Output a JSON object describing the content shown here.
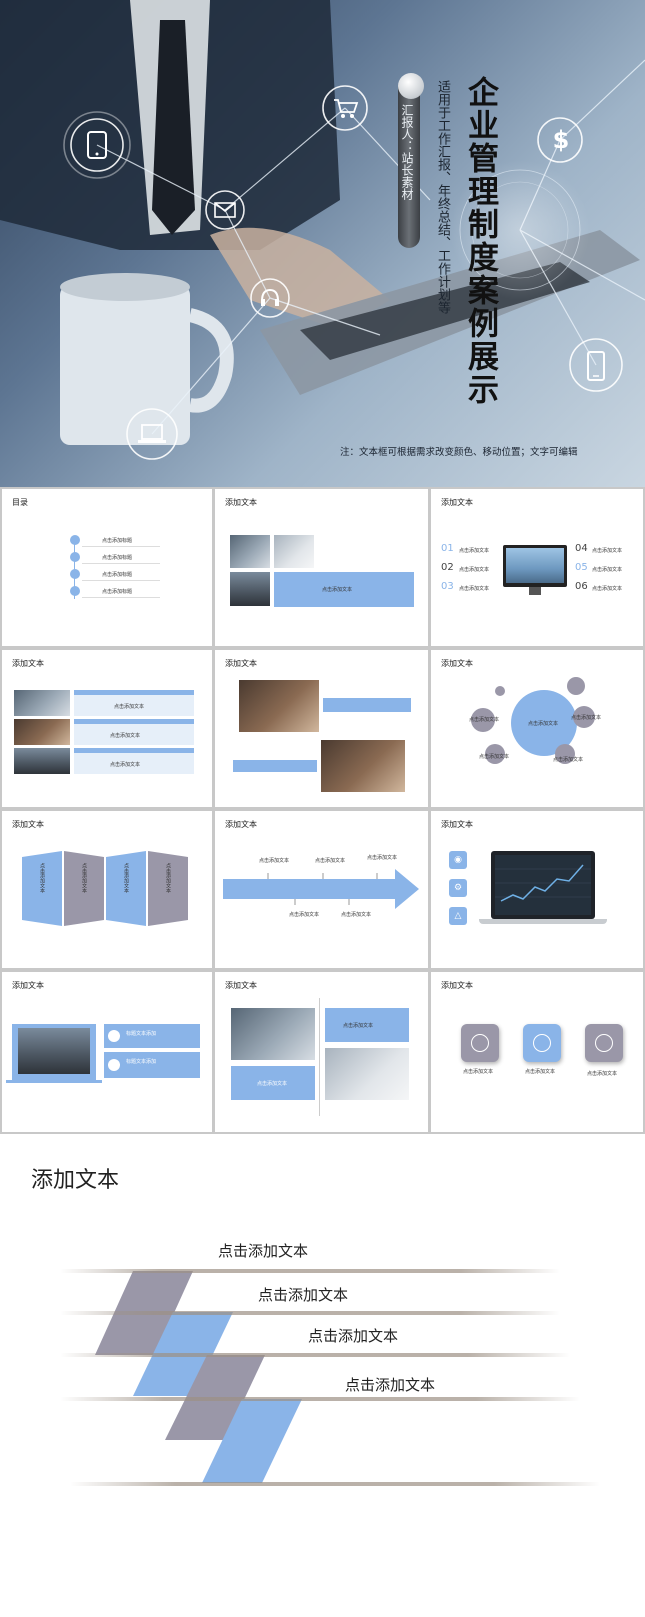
{
  "cover": {
    "title": "企业管理制度案例展示",
    "subtitle": "适用于工作汇报、年终总结、工作计划等",
    "author": "汇报人：站长素材",
    "note": "注：文本框可根据需求改变颜色、移动位置；文字可编辑",
    "icons": [
      "tablet-icon",
      "mail-icon",
      "headset-icon",
      "laptop-icon",
      "cart-icon",
      "dollar-icon",
      "phone-icon"
    ]
  },
  "slides": {
    "toc": {
      "title": "目录",
      "items": [
        "点击添加标题",
        "点击添加标题",
        "点击添加标题",
        "点击添加标题"
      ]
    },
    "s2": {
      "title": "添加文本",
      "box": "点击添加文本"
    },
    "s3": {
      "title": "添加文本",
      "nums": [
        "01",
        "02",
        "03",
        "04",
        "05",
        "06"
      ],
      "items": [
        "点击添加文本",
        "点击添加文本",
        "点击添加文本",
        "点击添加文本",
        "点击添加文本",
        "点击添加文本"
      ]
    },
    "s4": {
      "title": "添加文本",
      "items": [
        "点击添加文本",
        "点击添加文本",
        "点击添加文本"
      ]
    },
    "s5": {
      "title": "添加文本"
    },
    "s6": {
      "title": "添加文本",
      "center": "点击添加文本",
      "items": [
        "点击添加文本",
        "点击添加文本",
        "点击添加文本",
        "点击添加文本"
      ]
    },
    "s7": {
      "title": "添加文本",
      "items": [
        "点击添加文本",
        "点击添加文本",
        "点击添加文本",
        "点击添加文本"
      ]
    },
    "s8": {
      "title": "添加文本",
      "items": [
        "点击添加文本",
        "点击添加文本",
        "点击添加文本",
        "点击添加文本",
        "点击添加文本"
      ]
    },
    "s9": {
      "title": "添加文本",
      "icons": [
        "bulb-icon",
        "settings-icon",
        "bell-icon"
      ]
    },
    "s10": {
      "title": "添加文本",
      "items": [
        "标题文本添加",
        "标题文本添加"
      ]
    },
    "s11": {
      "title": "添加文本",
      "items": [
        "点击添加文本",
        "点击添加文本"
      ]
    },
    "s12": {
      "title": "添加文本",
      "items": [
        "点击添加文本",
        "点击添加文本",
        "点击添加文本"
      ]
    }
  },
  "big": {
    "title": "添加文本",
    "items": [
      "点击添加文本",
      "点击添加文本",
      "点击添加文本",
      "点击添加文本"
    ],
    "colors": {
      "blue": "#8ab4e8",
      "gray": "#9a97a8"
    }
  }
}
